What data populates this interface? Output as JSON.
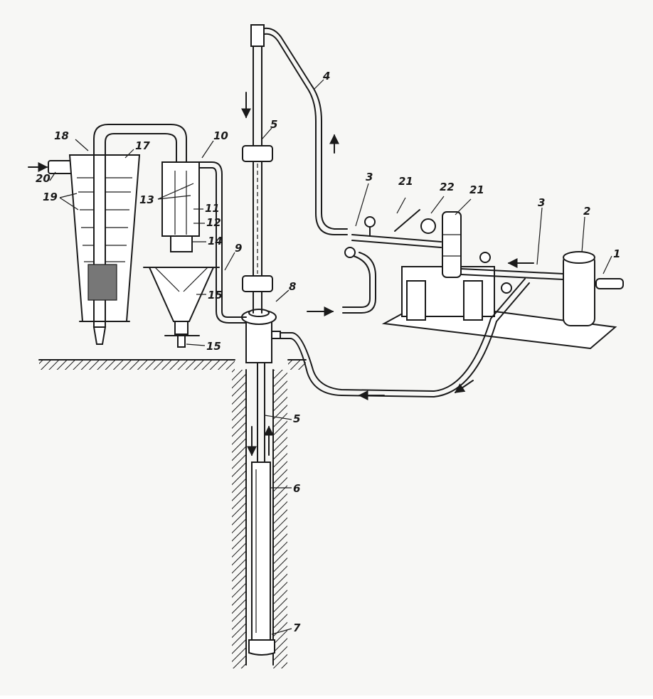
{
  "diagram": {
    "labels": {
      "l1": "1",
      "l2": "2",
      "l3a": "3",
      "l3b": "3",
      "l4": "4",
      "l5a": "5",
      "l5b": "5",
      "l6": "6",
      "l7": "7",
      "l8": "8",
      "l9": "9",
      "l10": "10",
      "l11": "11",
      "l12": "12",
      "l13": "13",
      "l14": "14",
      "l15a": "15",
      "l15b": "15",
      "l17": "17",
      "l18": "18",
      "l19": "19",
      "l20": "20",
      "l21a": "21",
      "l21b": "21",
      "l22": "22"
    }
  }
}
